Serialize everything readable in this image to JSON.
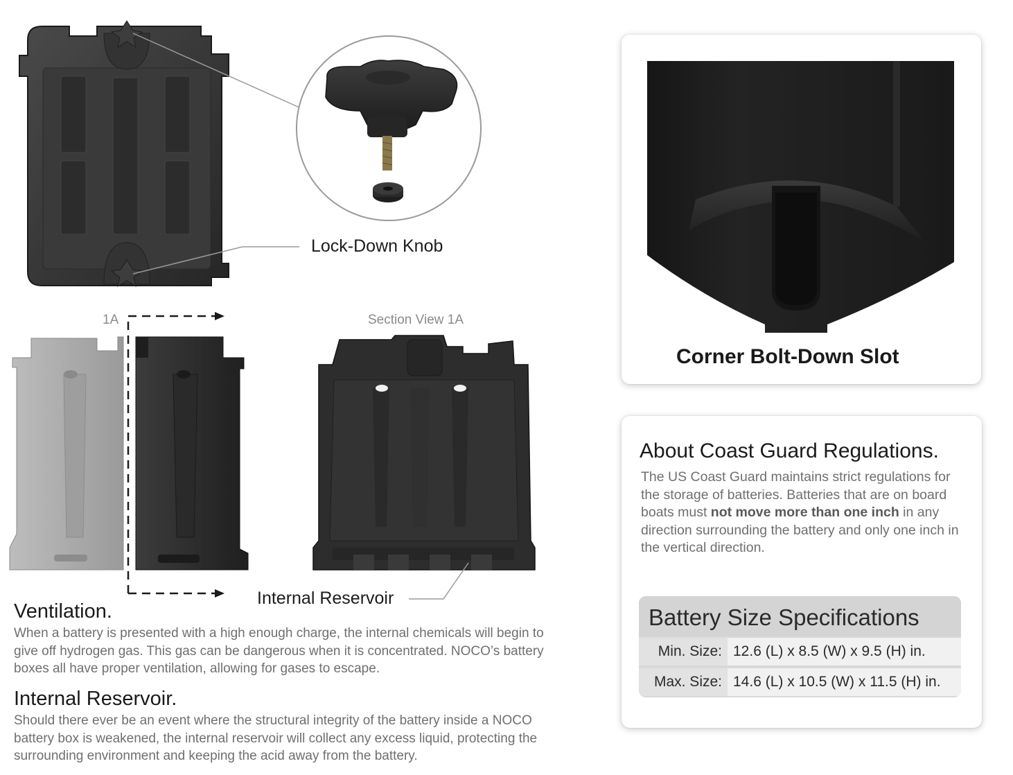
{
  "illustration": {
    "callout_knob": "Lock-Down Knob",
    "section_marker": "1A",
    "section_view_label": "Section View 1A",
    "callout_reservoir": "Internal Reservoir"
  },
  "ventilation": {
    "title": "Ventilation.",
    "body": "When a battery is presented with a high enough charge, the internal chemicals will begin to give off hydrogen gas. This gas can be dangerous when it is concentrated. NOCO’s battery boxes all have proper ventilation, allowing for gases to escape."
  },
  "reservoir": {
    "title": "Internal Reservoir.",
    "body": "Should there ever be an event where the structural integrity of the battery inside a NOCO battery box is weakened, the internal reservoir will collect any excess liquid, protecting the surrounding environment and keeping the acid away from the battery."
  },
  "slot_card": {
    "caption": "Corner Bolt-Down Slot"
  },
  "coast_guard": {
    "title": "About Coast Guard Regulations.",
    "body_pre": "The US Coast Guard maintains strict regulations for the storage of batteries. Batteries that are on board boats must ",
    "body_bold": "not move more than one inch",
    "body_post": " in any direction surrounding the battery and only one inch in the vertical direction."
  },
  "specs": {
    "title": "Battery Size Specifications",
    "rows": [
      {
        "key": "Min. Size:",
        "value": "12.6 (L) x 8.5 (W) x 9.5 (H) in."
      },
      {
        "key": "Max. Size:",
        "value": "14.6 (L) x 10.5 (W) x 11.5 (H) in."
      }
    ]
  },
  "colors": {
    "box_dark": "#2f2f2f",
    "box_mid": "#3a3a3a",
    "box_light_gray": "#a9a9a9",
    "text_body": "#6f6f6f",
    "spec_bg": "#d4d4d4"
  }
}
